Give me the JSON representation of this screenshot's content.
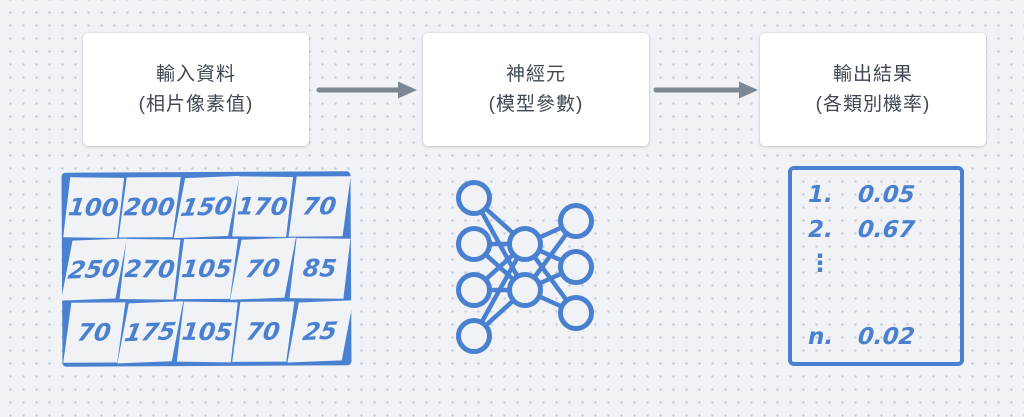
{
  "colors": {
    "sketch_blue": "#4a80d0",
    "arrow_gray": "#7c8794",
    "heading_text": "#3d4853",
    "canvas_bg": "#f0f2f5",
    "card_bg": "#ffffff",
    "dot_color": "#c7ccd8"
  },
  "flow": {
    "boxes": [
      {
        "title": "輸入資料",
        "subtitle": "(相片像素值)"
      },
      {
        "title": "神經元",
        "subtitle": "(模型參數)"
      },
      {
        "title": "輸出結果",
        "subtitle": "(各類別機率)"
      }
    ]
  },
  "pixel_grid": {
    "rows": [
      [
        "100",
        "200",
        "150",
        "170",
        "70"
      ],
      [
        "250",
        "270",
        "105",
        "70",
        "85"
      ],
      [
        "70",
        "175",
        "105",
        "70",
        "25"
      ]
    ]
  },
  "network": {
    "description": "hand-drawn neural network sketch",
    "layers": [
      4,
      2,
      3
    ]
  },
  "output_list": {
    "items": [
      {
        "label": "1.",
        "value": "0.05"
      },
      {
        "label": "2.",
        "value": "0.67"
      },
      {
        "label": "⋮",
        "value": ""
      },
      {
        "label": "n.",
        "value": "0.02"
      }
    ]
  }
}
